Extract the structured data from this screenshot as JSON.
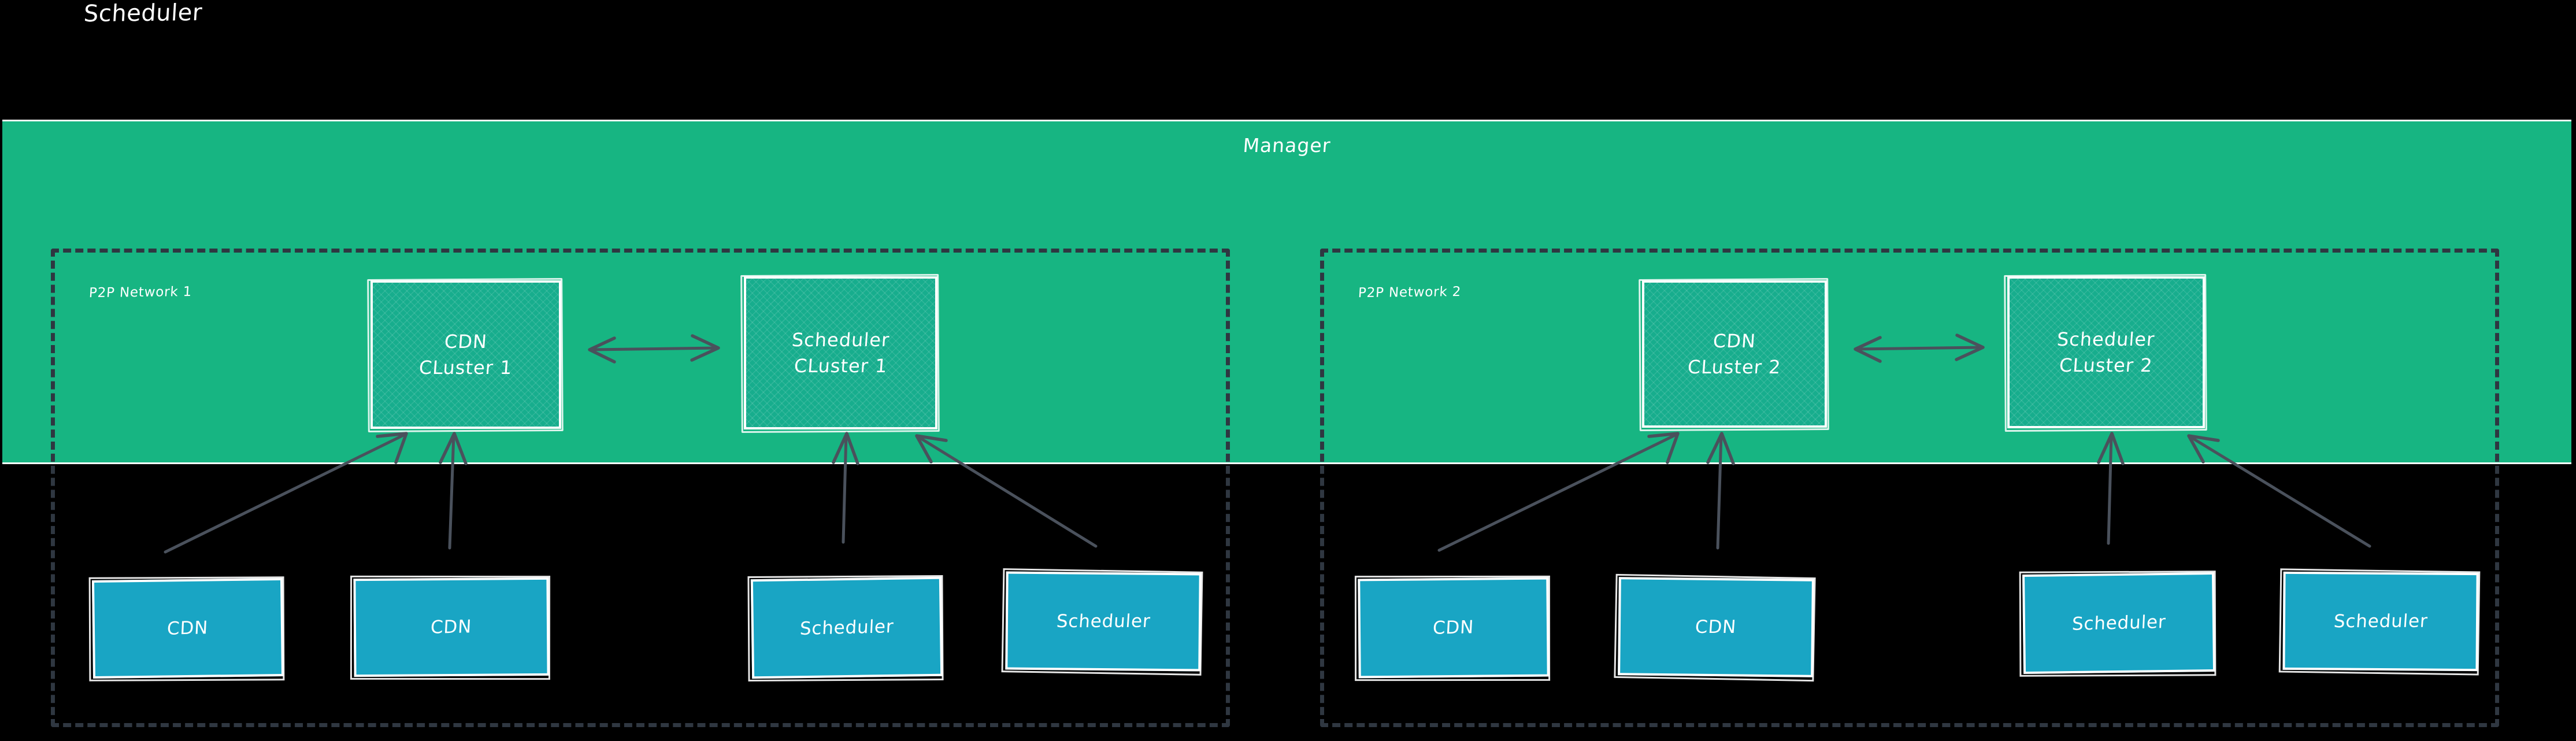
{
  "title": "Scheduler",
  "manager": {
    "label": "Manager",
    "band_color": "#17b582",
    "border_color": "#ffffff"
  },
  "colors": {
    "background": "#000000",
    "manager_green": "#17b582",
    "cluster_teal": "#17ad8d",
    "node_blue": "#19a5c4",
    "arrow_gray": "#4a515c",
    "dashed_border": "#2f3741",
    "text": "#ffffff"
  },
  "p2p_networks": [
    {
      "id": "p2p-1",
      "label": "P2P Network 1",
      "clusters": [
        {
          "id": "cdn-cluster-1",
          "line1": "CDN",
          "line2": "CLuster 1"
        },
        {
          "id": "scheduler-cluster-1",
          "line1": "Scheduler",
          "line2": "CLuster 1"
        }
      ],
      "nodes": [
        {
          "id": "cdn-node-1",
          "label": "CDN"
        },
        {
          "id": "cdn-node-2",
          "label": "CDN"
        },
        {
          "id": "scheduler-node-1",
          "label": "Scheduler"
        },
        {
          "id": "scheduler-node-2",
          "label": "Scheduler"
        }
      ]
    },
    {
      "id": "p2p-2",
      "label": "P2P Network 2",
      "clusters": [
        {
          "id": "cdn-cluster-2",
          "line1": "CDN",
          "line2": "CLuster 2"
        },
        {
          "id": "scheduler-cluster-2",
          "line1": "Scheduler",
          "line2": "CLuster 2"
        }
      ],
      "nodes": [
        {
          "id": "cdn-node-3",
          "label": "CDN"
        },
        {
          "id": "cdn-node-4",
          "label": "CDN"
        },
        {
          "id": "scheduler-node-3",
          "label": "Scheduler"
        },
        {
          "id": "scheduler-node-4",
          "label": "Scheduler"
        }
      ]
    }
  ],
  "connections": [
    {
      "from": "cdn-cluster-1",
      "to": "scheduler-cluster-1",
      "kind": "bidirectional"
    },
    {
      "from": "cdn-cluster-2",
      "to": "scheduler-cluster-2",
      "kind": "bidirectional"
    },
    {
      "from": "cdn-node-1",
      "to": "cdn-cluster-1",
      "kind": "up"
    },
    {
      "from": "cdn-node-2",
      "to": "cdn-cluster-1",
      "kind": "up"
    },
    {
      "from": "scheduler-node-1",
      "to": "scheduler-cluster-1",
      "kind": "up"
    },
    {
      "from": "scheduler-node-2",
      "to": "scheduler-cluster-1",
      "kind": "up"
    },
    {
      "from": "cdn-node-3",
      "to": "cdn-cluster-2",
      "kind": "up"
    },
    {
      "from": "cdn-node-4",
      "to": "cdn-cluster-2",
      "kind": "up"
    },
    {
      "from": "scheduler-node-3",
      "to": "scheduler-cluster-2",
      "kind": "up"
    },
    {
      "from": "scheduler-node-4",
      "to": "scheduler-cluster-2",
      "kind": "up"
    }
  ]
}
